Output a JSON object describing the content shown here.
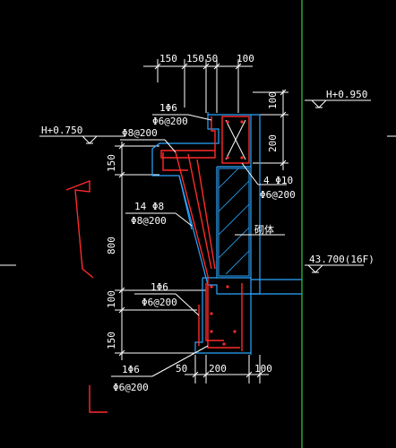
{
  "drawing": {
    "dims_top": [
      "150",
      "150",
      "50",
      "100"
    ],
    "dims_bottom": [
      "50",
      "200",
      "100"
    ],
    "dims_left": [
      "150",
      "800",
      "100",
      "150"
    ],
    "dims_right": [
      "100",
      "200"
    ],
    "elevations": {
      "left": "H+0.750",
      "right": "H+0.950",
      "floor": "43.700(16F)"
    },
    "rebar_labels": {
      "top_stirrup_a": "1Φ6",
      "top_stirrup_b": "Φ6@200",
      "top_slab": "Φ8@200",
      "beam_main": "4 Φ10",
      "beam_stirrup": "Φ6@200",
      "wall_main_a": "14 Φ8",
      "wall_main_b": "Φ8@200",
      "mid_a": "1Φ6",
      "mid_b": "Φ6@200",
      "bottom_a": "1Φ6",
      "bottom_b": "Φ6@200"
    },
    "wall_note": "砌体"
  },
  "colors": {
    "background": "#000000",
    "concrete_outline": "#2aa6ff",
    "rebar": "#ff2a2a",
    "axis": "#2ecc40",
    "annotation": "#ffffff"
  }
}
